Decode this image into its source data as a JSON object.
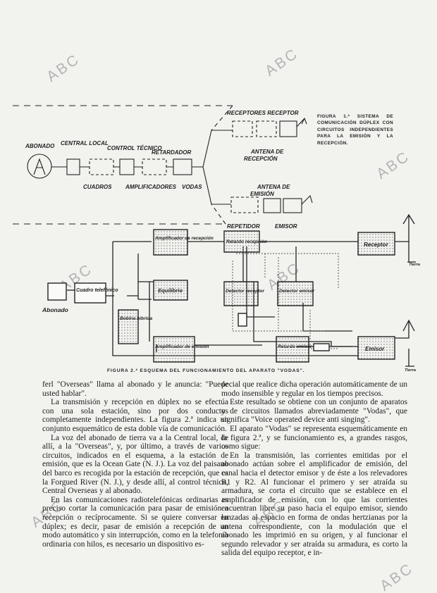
{
  "watermark": "ABC",
  "figure1": {
    "caption": "FIGURA 1.ª SISTEMA DE COMUNICACIÓN DÚPLEX CON CIRCUITOS INDEPENDIENTES PARA LA EMISIÓN Y LA RECEPCIÓN.",
    "labels": {
      "abonado": "ABONADO",
      "central_local": "CENTRAL LOCAL",
      "control_tecnico": "CONTROL TÉCNICO",
      "retardador": "RETARDADOR",
      "receptores": "RECEPTORES RECEPTOR",
      "antena_recepcion_1": "ANTENA DE",
      "antena_recepcion_2": "RECEPCIÓN",
      "cuadros": "CUADROS",
      "amplificadores": "AMPLIFICADORES",
      "vodas": "VODAS",
      "antena_emision_1": "ANTENA DE",
      "antena_emision_2": "EMISIÓN",
      "repetidor": "REPETIDOR",
      "emisor": "EMISOR"
    }
  },
  "figure2": {
    "caption": "FIGURA 2.ª ESQUEMA DEL FUNCIONAMIENTO DEL APARATO \"VODAS\".",
    "labels": {
      "abonado": "Abonado",
      "cuadro": "Cuadro telefónico",
      "amp_recepcion": "Amplificador de recepción",
      "equilibrio": "Equilibrio",
      "amp_emision": "Amplificador de emisión",
      "bobina": "Bobina híbrida",
      "retardo_recepcion": "Retardo recepción",
      "retardo_emisor": "Retardo emisor",
      "detector_receptor": "Detector receptor",
      "detector_emisor": "Detector emisor",
      "receptor": "Receptor",
      "emisor": "Emisor",
      "tierra": "Tierra"
    }
  },
  "body": {
    "left": [
      "ferl \"Overseas\" llama al abonado y le anuncia: \"Puede usted hablar\".",
      "La transmisión y recepción en dúplex no se efectúa con una sola estación, sino por dos conductos completamente independientes. La figura 2.ª indica un conjunto esquemático de esta doble vía de comunicación.",
      "La voz del abonado de tierra va a la Central local, de allí, a la \"Overseas\", y, por último, a través de varios circuitos, indicados en el esquema, a la estación de emisión, que es la Ocean Gate (N. J.). La voz del paisano del barco es recogida por la estación de recepción, que es la Forgued River (N. J.), y desde allí, al control técnico, Central Overseas y al abonado.",
      "En las comunicaciones radiotelefónicas ordinarias es preciso cortar la comunicación para pasar de emisión a recepción o recíprocamente. Si se quiere conversar en dúplex; es decir, pasar de emisión a recepción de un modo automático y sin interrupción, como en la telefonía ordinaria con hilos, es necesario un dispositivo es-"
    ],
    "right": [
      "pecial que realice dicha operación automáticamente de un modo insensible y regular en los tiempos precisos.",
      "Este resultado se obtiene con un conjunto de aparatos y de circuitos llamados abreviadamente \"Vodas\", que significa \"Voice operated device anti singing\".",
      "El aparato \"Vodas\" se representa esquemáticamente en la figura 2.ª, y se funcionamiento es, a grandes rasgos, como sigue:",
      "En la transmisión, las corrientes emitidas por el abonado actúan sobre el amplificador de emisión, del canal hacia el detector emisor y de éste a los relevadores R1 y R2. Al funcionar el primero y ser atraída su armadura, se corta el circuito que se establece en el amplificador de emisión, con lo que las corrientes encuentran libre su paso hacia el equipo emisor, siendo lanzadas al espacio en forma de ondas hertzianas por la antena correspondiente, con la modulación que el abonado les imprimió en su origen, y al funcionar el segundo relevador y ser atraída su armadura, es corto la salida del equipo receptor, e in-"
    ]
  }
}
